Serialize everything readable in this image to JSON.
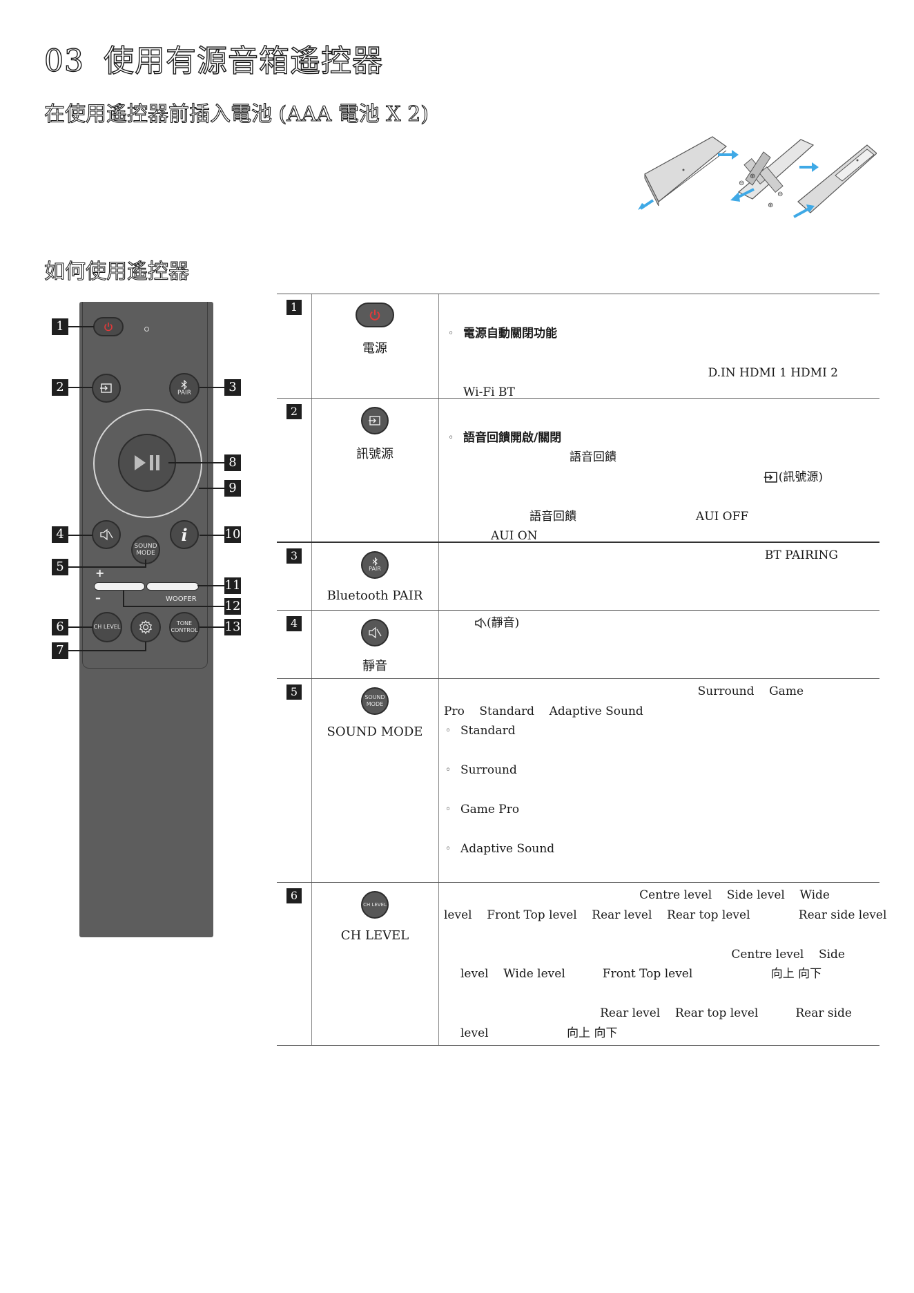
{
  "header": {
    "section_number": "03",
    "section_title": "使用有源音箱遙控器",
    "battery_heading": "在使用遙控器前插入電池 (AAA 電池 X 2)",
    "usage_heading": "如何使用遙控器"
  },
  "remote": {
    "pair_label": "PAIR",
    "sound_mode_label_1": "SOUND",
    "sound_mode_label_2": "MODE",
    "plus_label": "+",
    "minus_label": "–",
    "woofer_label": "WOOFER",
    "ch_level_label": "CH LEVEL",
    "tone_label_1": "TONE",
    "tone_label_2": "CONTROL",
    "info_label": "i",
    "callouts": [
      "1",
      "2",
      "3",
      "4",
      "5",
      "6",
      "7",
      "8",
      "9",
      "10",
      "11",
      "12",
      "13"
    ]
  },
  "battery_illustration": {
    "plus_sign": "⊕",
    "minus_sign": "⊖"
  },
  "rows": [
    {
      "number": "1",
      "icon": "power-icon",
      "name": "電源",
      "lines": [
        {
          "text": "",
          "bullet": false
        },
        {
          "text": "電源自動關閉功能",
          "bullet": true
        },
        {
          "text": "",
          "bullet": false
        },
        {
          "text": "D.IN   HDMI 1   HDMI 2",
          "bullet": false,
          "align": "right"
        },
        {
          "text": "Wi-Fi   BT",
          "bullet": false,
          "indent": true
        }
      ]
    },
    {
      "number": "2",
      "icon": "source-icon",
      "name": "訊號源",
      "lines": [
        {
          "text": "",
          "bullet": false
        },
        {
          "text": "語音回饋開啟/關閉",
          "bullet": true
        },
        {
          "text": "語音回饋",
          "bullet": false,
          "pad": 150
        },
        {
          "text": "(訊號源)",
          "bullet": false,
          "align": "right",
          "icon": "source-icon"
        },
        {
          "text": "",
          "bullet": false
        },
        {
          "text": "語音回饋                                AUI OFF",
          "bullet": false,
          "pad": 100
        },
        {
          "text": "AUI ON",
          "bullet": false,
          "pad": 52
        }
      ]
    },
    {
      "number": "3",
      "icon": "bluetooth-icon",
      "name": "Bluetooth PAIR",
      "lines": [
        {
          "text": "BT PAIRING",
          "bullet": false,
          "align": "right"
        }
      ]
    },
    {
      "number": "4",
      "icon": "mute-icon",
      "name": "靜音",
      "lines": [
        {
          "text": "(靜音)",
          "bullet": false,
          "pad": 40,
          "icon": "mute-icon"
        }
      ]
    },
    {
      "number": "5",
      "icon": "sound-mode-icon",
      "name": "SOUND MODE",
      "lines": [
        {
          "text": "Surround    Game",
          "bullet": false,
          "align": "right"
        },
        {
          "text": "Pro    Standard    Adaptive Sound",
          "bullet": false
        },
        {
          "text": "Standard",
          "bullet": true
        },
        {
          "text": "",
          "bullet": false
        },
        {
          "text": "Surround",
          "bullet": true
        },
        {
          "text": "",
          "bullet": false
        },
        {
          "text": "Game Pro",
          "bullet": true
        },
        {
          "text": "",
          "bullet": false
        },
        {
          "text": "Adaptive Sound",
          "bullet": true
        }
      ]
    },
    {
      "number": "6",
      "icon": "ch-level-icon",
      "name": "CH LEVEL",
      "lines": [
        {
          "text": "Centre level    Side level    Wide",
          "bullet": false,
          "align": "right"
        },
        {
          "text": "level    Front Top level    Rear level    Rear top level             Rear side level",
          "bullet": false
        },
        {
          "text": "",
          "bullet": false
        },
        {
          "text": "Centre level    Side",
          "bullet": false,
          "align": "right"
        },
        {
          "text": "level    Wide level          Front Top level                     向上 向下",
          "bullet": false,
          "indent": true
        },
        {
          "text": "",
          "bullet": false
        },
        {
          "text": "Rear level    Rear top level          Rear side",
          "bullet": false,
          "align": "right"
        },
        {
          "text": "level                     向上 向下",
          "bullet": false,
          "indent": true
        }
      ]
    }
  ]
}
